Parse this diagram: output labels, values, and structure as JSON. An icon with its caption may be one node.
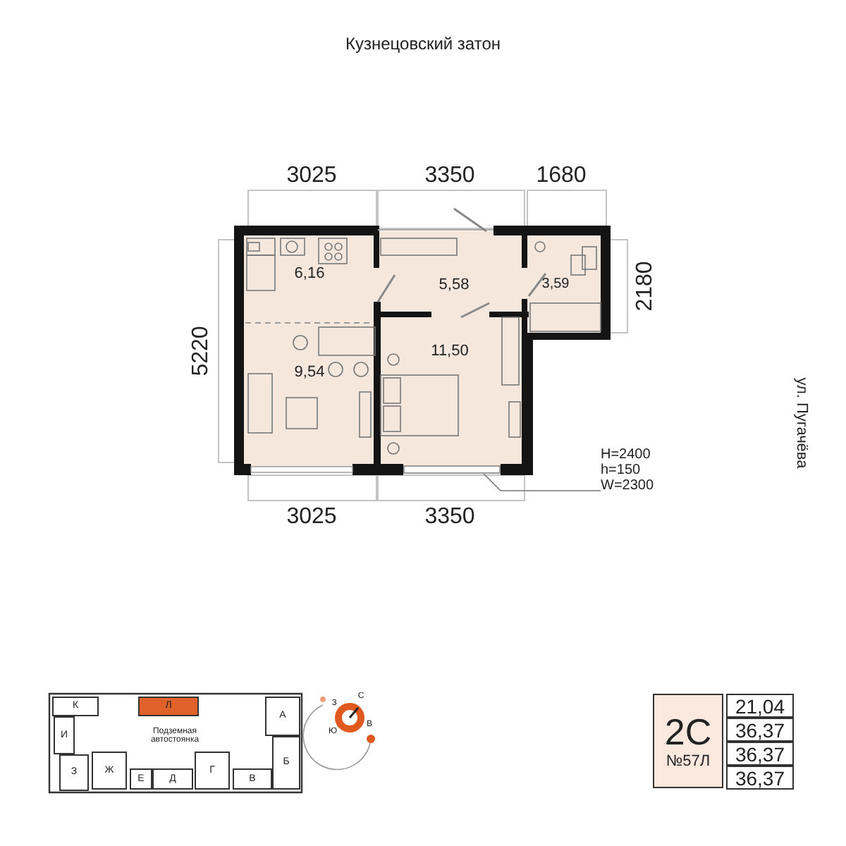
{
  "diagram": {
    "title": "Кузнецовский затон",
    "nodes": [
      {
        "text": [
          "6,16"
        ]
      },
      {
        "text": [
          "9,54"
        ]
      },
      {
        "text": [
          "5,58"
        ]
      },
      {
        "text": [
          "3,59"
        ]
      },
      {
        "text": [
          "11,50"
        ]
      },
      {
        "text": [
          "К"
        ]
      },
      {
        "text": [
          "Л"
        ]
      },
      {
        "text": [
          "А"
        ]
      },
      {
        "text": [
          "И"
        ]
      },
      {
        "text": [
          "Б"
        ]
      },
      {
        "text": [
          "З"
        ]
      },
      {
        "text": [
          "Ж"
        ]
      },
      {
        "text": [
          "Е"
        ]
      },
      {
        "text": [
          "Д"
        ]
      },
      {
        "text": [
          "Г"
        ]
      },
      {
        "text": [
          "В"
        ]
      },
      {
        "text": [
          "2С",
          "№57Л"
        ]
      },
      {
        "text": [
          "H=2400 h=150 W=2300"
        ]
      },
      {
        "text": [],
        "shape": "bar"
      }
    ],
    "edges": [
      {
        "from": 17,
        "to": 18,
        "arrow": "none"
      }
    ],
    "labels": [
      "3025",
      "3350",
      "1680",
      "2180",
      "5220",
      "ул. Пугачёва",
      "3025",
      "3350",
      "Подземная автостоянка",
      "З",
      "С",
      "Ю",
      "В",
      "21,04",
      "36,37",
      "36,37",
      "36,37"
    ]
  }
}
